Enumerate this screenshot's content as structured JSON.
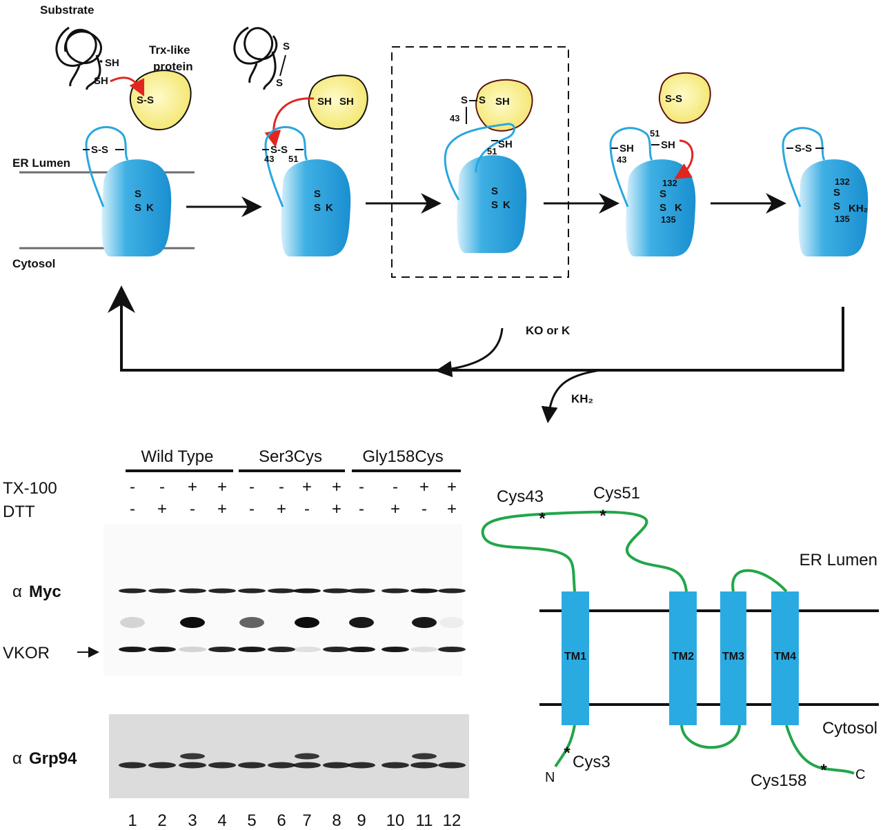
{
  "mechanism": {
    "substrate": "Substrate",
    "trx_line1": "Trx-like",
    "trx_line2": "protein",
    "er_lumen": "ER Lumen",
    "cytosol": "Cytosol",
    "ss": "S-S",
    "sh": "SH",
    "s": "S",
    "k": "K",
    "kh2": "KH₂",
    "res_43": "43",
    "res_51": "51",
    "res_132": "132",
    "res_135": "135",
    "ko_or_k": "KO or K",
    "kh2_cycle": "KH₂"
  },
  "gel": {
    "groups": [
      "Wild Type",
      "Ser3Cys",
      "Gly158Cys"
    ],
    "row_tx100": "TX-100",
    "row_dtt": "DTT",
    "tx100_signs": [
      "-",
      "-",
      "+",
      "+",
      "-",
      "-",
      "+",
      "+",
      "-",
      "-",
      "+",
      "+"
    ],
    "dtt_signs": [
      "-",
      "+",
      "-",
      "+",
      "-",
      "+",
      "-",
      "+",
      "-",
      "+",
      "-",
      "+"
    ],
    "alpha": "α",
    "myc": "Myc",
    "grp94": "Grp94",
    "vkor": "VKOR",
    "lanes": [
      "1",
      "2",
      "3",
      "4",
      "5",
      "6",
      "7",
      "8",
      "9",
      "10",
      "11",
      "12"
    ]
  },
  "topology": {
    "cys43": "Cys43",
    "cys51": "Cys51",
    "cys3": "Cys3",
    "cys158": "Cys158",
    "star": "*",
    "n_term": "N",
    "c_term": "C",
    "er_lumen": "ER Lumen",
    "cytosol": "Cytosol",
    "tm": [
      "TM1",
      "TM2",
      "TM3",
      "TM4"
    ],
    "colors": {
      "tm": "#29abe2",
      "loop": "#22a64a"
    }
  },
  "colors": {
    "vkor_body": "#29a6e0",
    "trx": "#fbf18b",
    "redox_arrow": "#e0261f"
  }
}
